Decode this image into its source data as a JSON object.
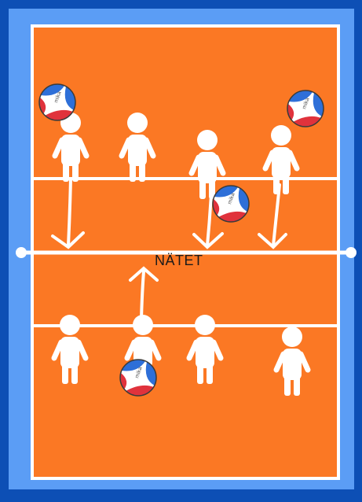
{
  "diagram": {
    "net_label": "NÄTET",
    "colors": {
      "frame": "#0d4fb5",
      "outer_panel": "#5b9df5",
      "court": "#fb7824",
      "lines": "#ffffff",
      "player": "#ffffff",
      "ball_blue": "#2e6fd8",
      "ball_red": "#e0323c"
    },
    "players": [
      {
        "team": "top",
        "icon": "player-icon"
      },
      {
        "team": "top",
        "icon": "player-icon"
      },
      {
        "team": "top",
        "icon": "player-icon"
      },
      {
        "team": "top",
        "icon": "player-icon"
      },
      {
        "team": "bottom",
        "icon": "player-icon"
      },
      {
        "team": "bottom",
        "icon": "player-icon"
      },
      {
        "team": "bottom",
        "icon": "player-icon"
      },
      {
        "team": "bottom",
        "icon": "player-icon"
      }
    ],
    "balls": [
      {
        "icon": "volleyball-icon"
      },
      {
        "icon": "volleyball-icon"
      },
      {
        "icon": "volleyball-icon"
      },
      {
        "icon": "volleyball-icon"
      }
    ],
    "arrows": [
      {
        "direction": "down"
      },
      {
        "direction": "down"
      },
      {
        "direction": "down"
      },
      {
        "direction": "up"
      }
    ]
  }
}
